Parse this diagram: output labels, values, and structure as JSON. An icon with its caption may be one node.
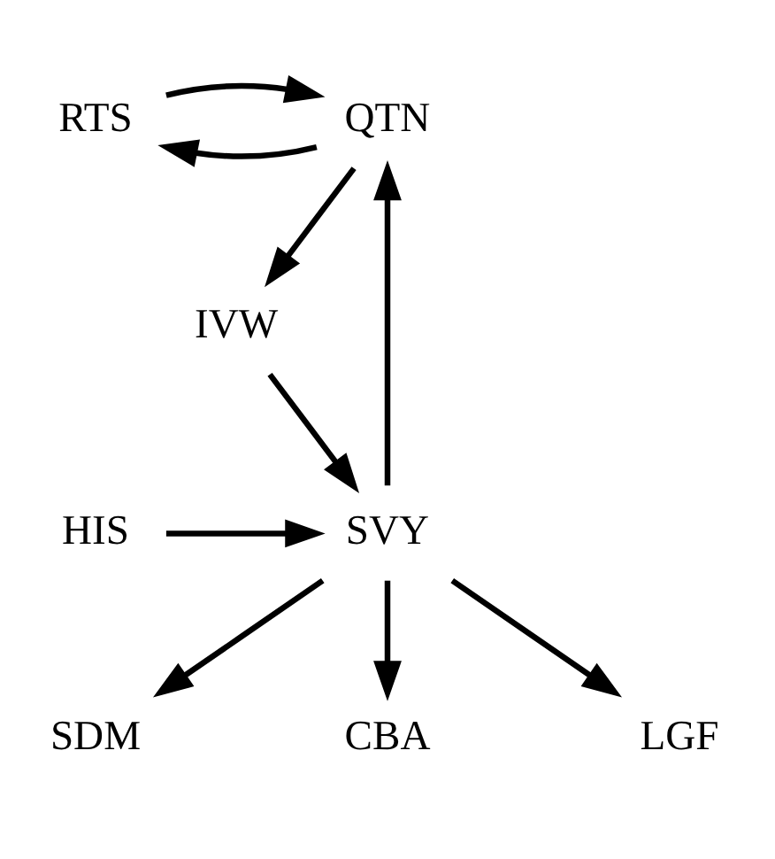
{
  "diagram": {
    "nodes": [
      {
        "text": [
          "RTS"
        ]
      },
      {
        "text": [
          "QTN"
        ]
      },
      {
        "text": [
          "IVW"
        ]
      },
      {
        "text": [
          "SVY"
        ]
      },
      {
        "text": [
          "HIS"
        ]
      },
      {
        "text": [
          "SDM"
        ]
      },
      {
        "text": [
          "CBA"
        ]
      },
      {
        "text": [
          "LGF"
        ]
      }
    ],
    "edges": [
      {
        "from": 1,
        "to": 0,
        "arrow": "to"
      },
      {
        "from": 0,
        "to": 1,
        "arrow": "to"
      },
      {
        "from": 1,
        "to": 2,
        "arrow": "to"
      },
      {
        "from": 2,
        "to": 3,
        "arrow": "to"
      },
      {
        "from": 3,
        "to": 1,
        "arrow": "to"
      },
      {
        "from": 4,
        "to": 3,
        "arrow": "to"
      },
      {
        "from": 3,
        "to": 5,
        "arrow": "to"
      },
      {
        "from": 3,
        "to": 6,
        "arrow": "to"
      },
      {
        "from": 3,
        "to": 7,
        "arrow": "to"
      }
    ]
  }
}
